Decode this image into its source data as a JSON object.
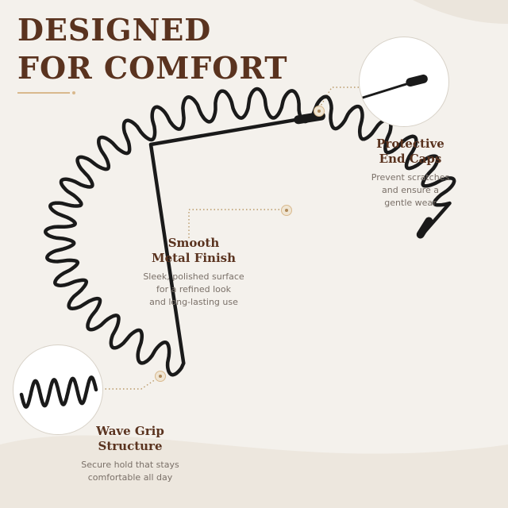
{
  "headline": {
    "line1": "DESIGNED",
    "line2": "FOR COMFORT"
  },
  "colors": {
    "headline": "#5a331f",
    "accent": "#d9b98d",
    "band": "#1a1a1a",
    "body_text": "#7a7068",
    "background": "#f4f1ec"
  },
  "features": {
    "end_caps": {
      "title": "Protective\nEnd Caps",
      "description": "Prevent scratches\nand ensure a\ngentle wear"
    },
    "metal_finish": {
      "title": "Smooth\nMetal Finish",
      "description": "Sleek, polished surface\nfor a refined look\nand long-lasting use"
    },
    "wave_grip": {
      "title": "Wave Grip\nStructure",
      "description": "Secure hold that stays\ncomfortable all day"
    }
  },
  "icons": {
    "product": "wavy-metal-headband-image",
    "end_cap_zoom": "end-cap-closeup-icon",
    "wave_zoom": "wave-closeup-icon"
  }
}
